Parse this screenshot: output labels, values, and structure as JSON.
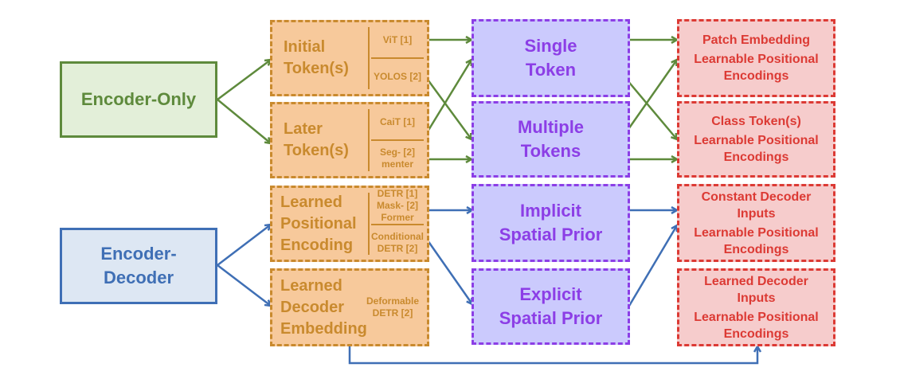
{
  "architectures": [
    {
      "id": "encoder_only",
      "label": "Encoder-Only",
      "color": "#5e8a3c"
    },
    {
      "id": "encoder_decoder",
      "label": "Encoder-\nDecoder",
      "color": "#3f6fb5"
    }
  ],
  "token_sources": [
    {
      "id": "initial_tokens",
      "label": "Initial\nToken(s)",
      "refs": [
        "ViT [1]",
        "YOLOS [2]"
      ]
    },
    {
      "id": "later_tokens",
      "label": "Later\nToken(s)",
      "refs": [
        "CaiT [1]",
        "Seg- [2]\nmenter"
      ]
    },
    {
      "id": "learned_pos_enc",
      "label": "Learned\nPositional\nEncoding",
      "refs": [
        "DETR [1]\nMask- [2]\nFormer",
        "Conditional\nDETR [2]"
      ]
    },
    {
      "id": "learned_dec_emb",
      "label": "Learned\nDecoder\nEmbedding",
      "refs": [
        "Deformable\nDETR [2]"
      ]
    }
  ],
  "token_types": [
    {
      "id": "single_token",
      "label": "Single\nToken"
    },
    {
      "id": "multiple_tokens",
      "label": "Multiple\nTokens"
    },
    {
      "id": "implicit_prior",
      "label": "Implicit\nSpatial Prior"
    },
    {
      "id": "explicit_prior",
      "label": "Explicit\nSpatial Prior"
    }
  ],
  "outputs": [
    {
      "id": "patch_embedding",
      "title": "Patch Embedding",
      "subtitle": "Learnable Positional\nEncodings"
    },
    {
      "id": "class_tokens",
      "title": "Class Token(s)",
      "subtitle": "Learnable Positional\nEncodings"
    },
    {
      "id": "constant_decoder",
      "title": "Constant Decoder\nInputs",
      "subtitle": "Learnable Positional\nEncodings"
    },
    {
      "id": "learned_decoder",
      "title": "Learned Decoder\nInputs",
      "subtitle": "Learnable Positional\nEncodings"
    }
  ],
  "colors": {
    "green": "#5e8a3c",
    "blue": "#3f6fb5",
    "orange": "#c98a2e",
    "purple": "#8c3ee6",
    "red": "#dc3a34"
  },
  "edges": [
    {
      "from": "encoder_only",
      "to": "initial_tokens",
      "color": "green"
    },
    {
      "from": "encoder_only",
      "to": "later_tokens",
      "color": "green"
    },
    {
      "from": "encoder_decoder",
      "to": "learned_pos_enc",
      "color": "blue"
    },
    {
      "from": "encoder_decoder",
      "to": "learned_dec_emb",
      "color": "blue"
    },
    {
      "from": "initial_tokens",
      "to": "single_token",
      "color": "green"
    },
    {
      "from": "initial_tokens",
      "to": "multiple_tokens",
      "color": "green"
    },
    {
      "from": "later_tokens",
      "to": "single_token",
      "color": "green"
    },
    {
      "from": "later_tokens",
      "to": "multiple_tokens",
      "color": "green"
    },
    {
      "from": "learned_pos_enc",
      "to": "implicit_prior",
      "color": "blue"
    },
    {
      "from": "learned_pos_enc",
      "to": "explicit_prior",
      "color": "blue"
    },
    {
      "from": "single_token",
      "to": "patch_embedding",
      "color": "green"
    },
    {
      "from": "single_token",
      "to": "class_tokens",
      "color": "green"
    },
    {
      "from": "multiple_tokens",
      "to": "patch_embedding",
      "color": "green"
    },
    {
      "from": "multiple_tokens",
      "to": "class_tokens",
      "color": "green"
    },
    {
      "from": "implicit_prior",
      "to": "constant_decoder",
      "color": "blue"
    },
    {
      "from": "explicit_prior",
      "to": "constant_decoder",
      "color": "blue"
    },
    {
      "from": "learned_dec_emb",
      "to": "learned_decoder",
      "color": "blue"
    }
  ]
}
